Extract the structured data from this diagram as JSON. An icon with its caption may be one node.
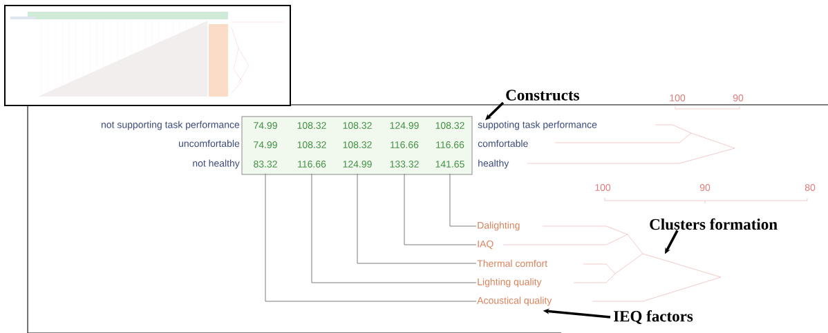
{
  "diagram": {
    "nodes": [
      {
        "text": [],
        "shape": "box"
      },
      {
        "text": [
          "74.99",
          "74.99",
          "83.32"
        ],
        "in": 0
      },
      {
        "text": [
          "108.32",
          "108.32",
          "116.66"
        ],
        "in": 0
      },
      {
        "text": [
          "108.32",
          "108.32",
          "124.99"
        ],
        "in": 0
      },
      {
        "text": [
          "124.99",
          "116.66",
          "133.32"
        ],
        "in": 0
      },
      {
        "text": [
          "108.32",
          "116.66",
          "141.65"
        ],
        "in": 0
      },
      {
        "text": [
          "Constructs"
        ]
      },
      {
        "text": [
          "suppoting task performance"
        ]
      },
      {
        "text": [
          "comfortable"
        ]
      },
      {
        "text": [
          "healthy"
        ]
      },
      {
        "text": [
          "Dalighting"
        ]
      },
      {
        "text": [
          "IAQ"
        ]
      },
      {
        "text": [
          "Thermal comfort"
        ]
      },
      {
        "text": [
          "Lighting quality"
        ]
      },
      {
        "text": [
          "Acoustical quality"
        ]
      },
      {
        "text": [
          "Clusters formation"
        ]
      },
      {
        "text": [
          "IEQ factors"
        ]
      }
    ],
    "edges": [
      {
        "from": 5,
        "to": 10,
        "arrow": "none"
      },
      {
        "from": 4,
        "to": 11,
        "arrow": "none"
      },
      {
        "from": 3,
        "to": 12,
        "arrow": "none"
      },
      {
        "from": 2,
        "to": 13,
        "arrow": "none"
      },
      {
        "from": 1,
        "to": 14,
        "arrow": "none"
      },
      {
        "from": 6,
        "to": 7,
        "arrow": "to",
        "style": "thick",
        "color": "#000000"
      },
      {
        "from": 15,
        "to": null,
        "arrow": "to",
        "style": "thick",
        "color": "#000000"
      },
      {
        "from": 16,
        "to": 14,
        "arrow": "to",
        "style": "thick",
        "color": "#000000"
      }
    ],
    "labels": [
      "not supporting task performance",
      "uncomfortable",
      "not healthy",
      "100",
      "90",
      "100",
      "90",
      "80"
    ]
  }
}
